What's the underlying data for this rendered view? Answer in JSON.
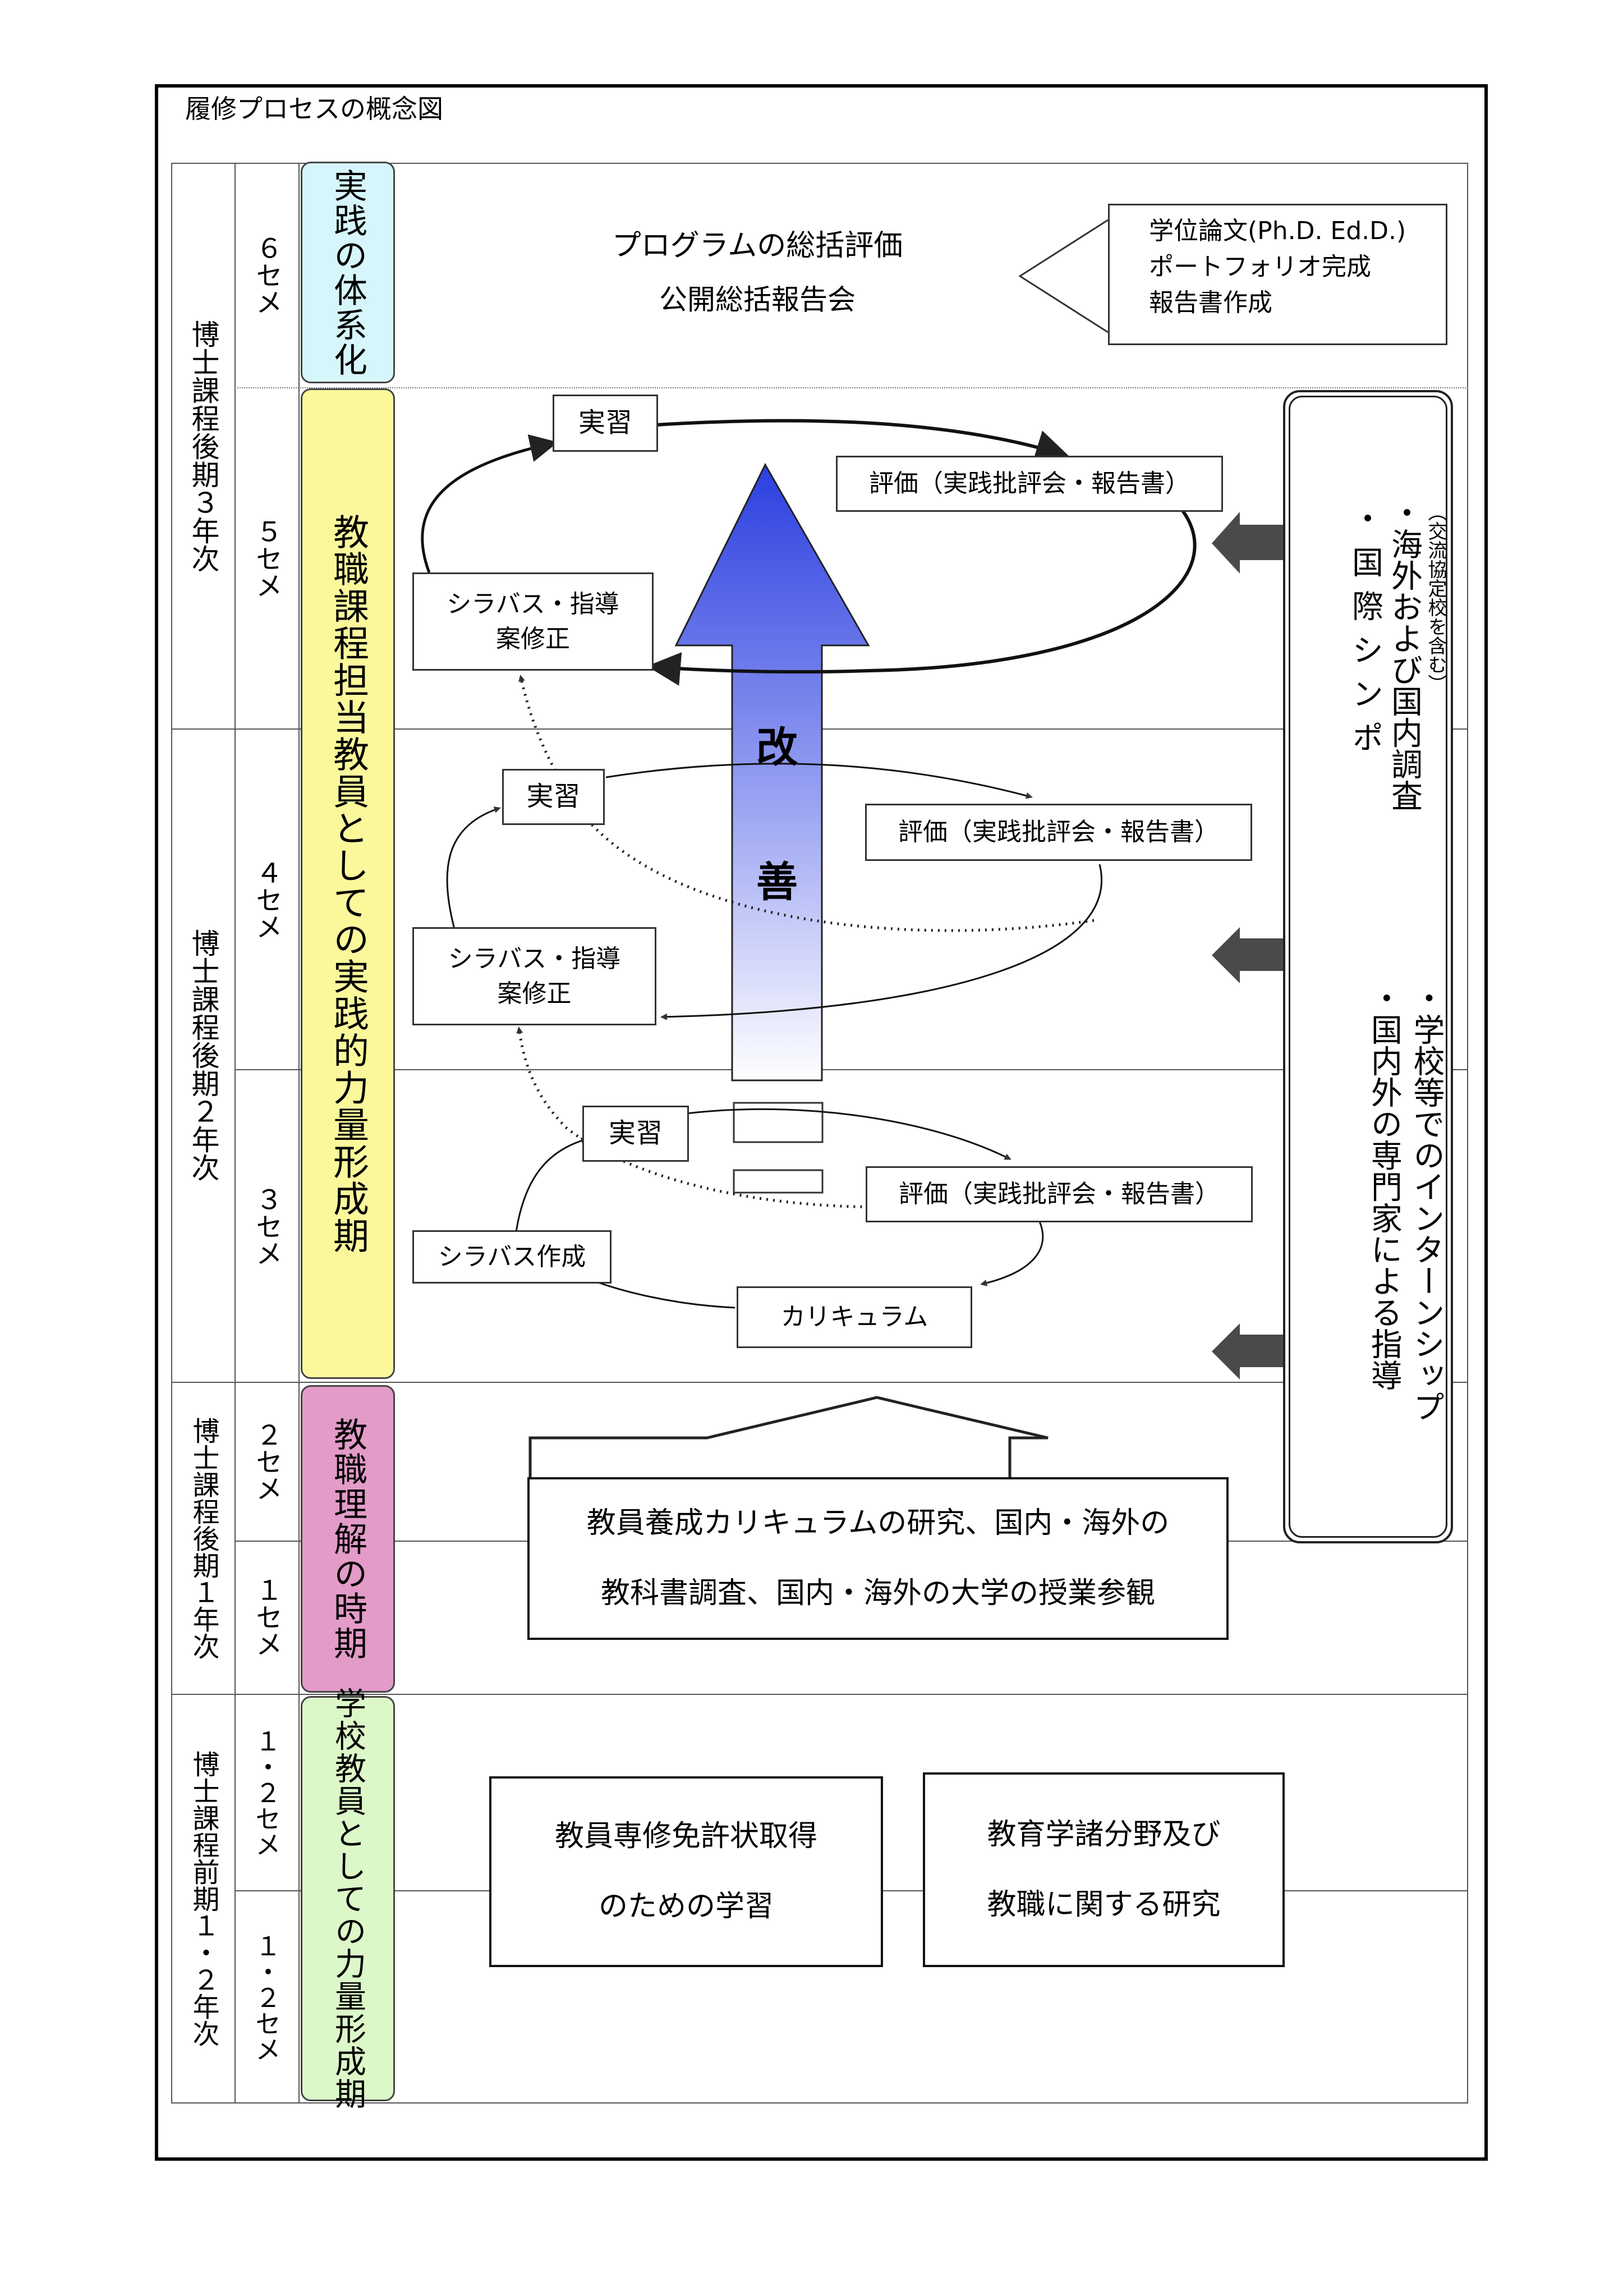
{
  "title": "履修プロセスの概念図",
  "years": {
    "y3": "博士課程後期３年次",
    "y2": "博士課程後期２年次",
    "y1": "博士課程後期１年次",
    "y0": "博士課程前期１・２年次"
  },
  "semesters": {
    "s6": "６セメ",
    "s5": "５セメ",
    "s4": "４セメ",
    "s3": "３セメ",
    "s2": "２セメ",
    "s1": "１セメ",
    "p1": "１・２セメ",
    "p2": "１・２セメ"
  },
  "phases": {
    "p_systematize": "実践の体系化",
    "p_practical": "教職課程担当教員としての実践的力量形成期",
    "p_understanding": "教職理解の時期",
    "p_school": "学校教員としての力量形成期"
  },
  "phase_colors": {
    "p_systematize": "#d6f6fb",
    "p_practical": "#fbf89c",
    "p_understanding": "#e39bc8",
    "p_school": "#dcf7c8"
  },
  "top": {
    "program_line1": "プログラムの総括評価",
    "program_line2": "公開総括報告会",
    "thesis_line1": "学位論文(Ph.D. Ed.D.)",
    "thesis_line2": "ポートフォリオ完成",
    "thesis_line3": "報告書作成"
  },
  "cycles": {
    "c5_practice": "実習",
    "c5_eval": "評価（実践批評会・報告書）",
    "c5_syllabus_l1": "シラバス・指導",
    "c5_syllabus_l2": "案修正",
    "c4_practice": "実習",
    "c4_eval": "評価（実践批評会・報告書）",
    "c4_syllabus_l1": "シラバス・指導",
    "c4_syllabus_l2": "案修正",
    "c3_practice": "実習",
    "c3_eval": "評価（実践批評会・報告書）",
    "c3_syllabus": "シラバス作成",
    "c3_curriculum": "カリキュラム"
  },
  "improvement": {
    "char1": "改",
    "char2": "善"
  },
  "side": {
    "line_a_note": "（交流協定校を含む）",
    "line_a": "・海外および国内調査",
    "line_b": "・国際シンポ",
    "line_c": "・学校等でのインターンシップ",
    "line_d": "・国内外の専門家による指導"
  },
  "research": {
    "line1": "教員養成カリキュラムの研究、国内・海外の",
    "line2": "教科書調査、国内・海外の大学の授業参観"
  },
  "masters": {
    "box1_l1": "教員専修免許状取得",
    "box1_l2": "のための学習",
    "box2_l1": "教育学諸分野及び",
    "box2_l2": "教職に関する研究"
  }
}
